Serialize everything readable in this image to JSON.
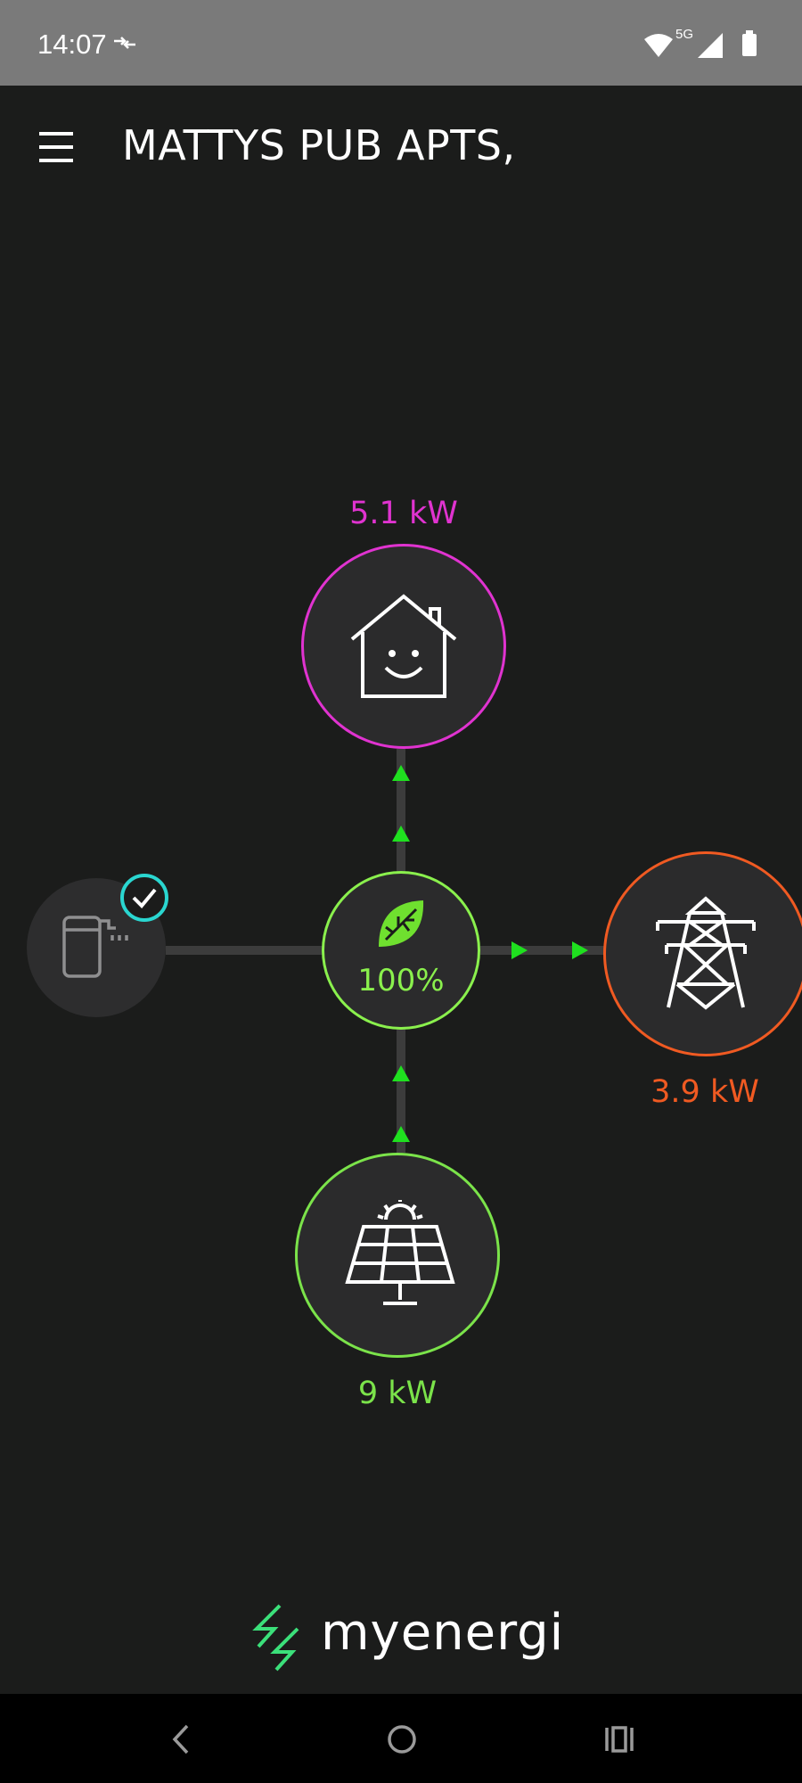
{
  "status_bar": {
    "time": "14:07",
    "network_label": "5G",
    "icons": [
      "data-transfer-icon",
      "wifi-icon",
      "cell-signal-icon",
      "battery-icon"
    ]
  },
  "header": {
    "title": "MATTYS PUB APTS,",
    "menu_icon": "hamburger-menu-icon"
  },
  "flow": {
    "home": {
      "power": "5.1 kW",
      "icon": "smiling-house-icon",
      "color": "#e033d0"
    },
    "grid": {
      "power": "3.9 kW",
      "icon": "pylon-icon",
      "color": "#f05a22"
    },
    "solar": {
      "power": "9 kW",
      "icon": "solar-panel-icon",
      "color": "#7be34a"
    },
    "hub": {
      "green_percent": "100%",
      "icon": "leaf-icon",
      "color": "#8af04d"
    },
    "device": {
      "icon": "water-heater-icon",
      "status_icon": "check-icon",
      "status_color": "#2ad6d0"
    },
    "arrow_color": "#1fe01f"
  },
  "brand": {
    "name": "myenergi"
  },
  "nav": {
    "buttons": [
      "back-icon",
      "home-icon",
      "recents-icon"
    ]
  }
}
